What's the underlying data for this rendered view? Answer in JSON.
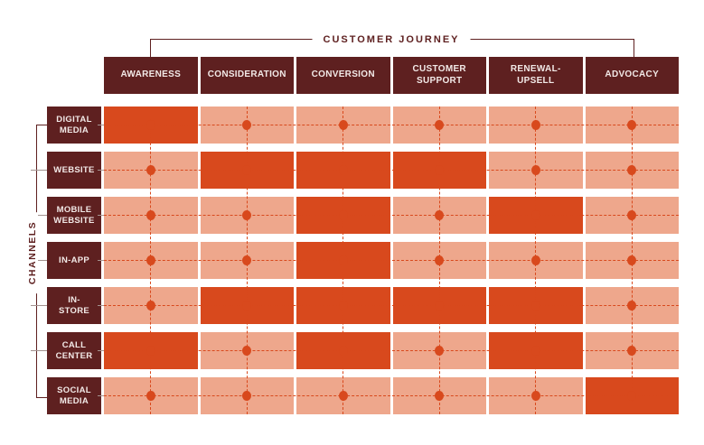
{
  "titles": {
    "journey": "CUSTOMER JOURNEY",
    "channels": "CHANNELS"
  },
  "colors": {
    "maroon": "#5E2020",
    "hot": "#D8491D",
    "pale": "#EEA78C",
    "header_text": "#F2E9E7",
    "connector": "#A39390",
    "background": "#FFFFFF"
  },
  "grid": {
    "columns": [
      {
        "label": "AWARENESS"
      },
      {
        "label": "CONSIDERATION"
      },
      {
        "label": "CONVERSION"
      },
      {
        "label": "CUSTOMER\nSUPPORT"
      },
      {
        "label": "RENEWAL-\nUPSELL"
      },
      {
        "label": "ADVOCACY"
      }
    ],
    "rows": [
      {
        "label": "DIGITAL\nMEDIA",
        "active": [
          1,
          0,
          0,
          0,
          0,
          0
        ]
      },
      {
        "label": "WEBSITE",
        "active": [
          0,
          1,
          1,
          1,
          0,
          0
        ]
      },
      {
        "label": "MOBILE\nWEBSITE",
        "active": [
          0,
          0,
          1,
          0,
          1,
          0
        ]
      },
      {
        "label": "IN-APP",
        "active": [
          0,
          0,
          1,
          0,
          0,
          0
        ]
      },
      {
        "label": "IN-\nSTORE",
        "active": [
          0,
          1,
          1,
          1,
          1,
          0
        ]
      },
      {
        "label": "CALL\nCENTER",
        "active": [
          1,
          0,
          1,
          0,
          1,
          0
        ]
      },
      {
        "label": "SOCIAL\nMEDIA",
        "active": [
          0,
          0,
          0,
          0,
          0,
          1
        ]
      }
    ]
  }
}
